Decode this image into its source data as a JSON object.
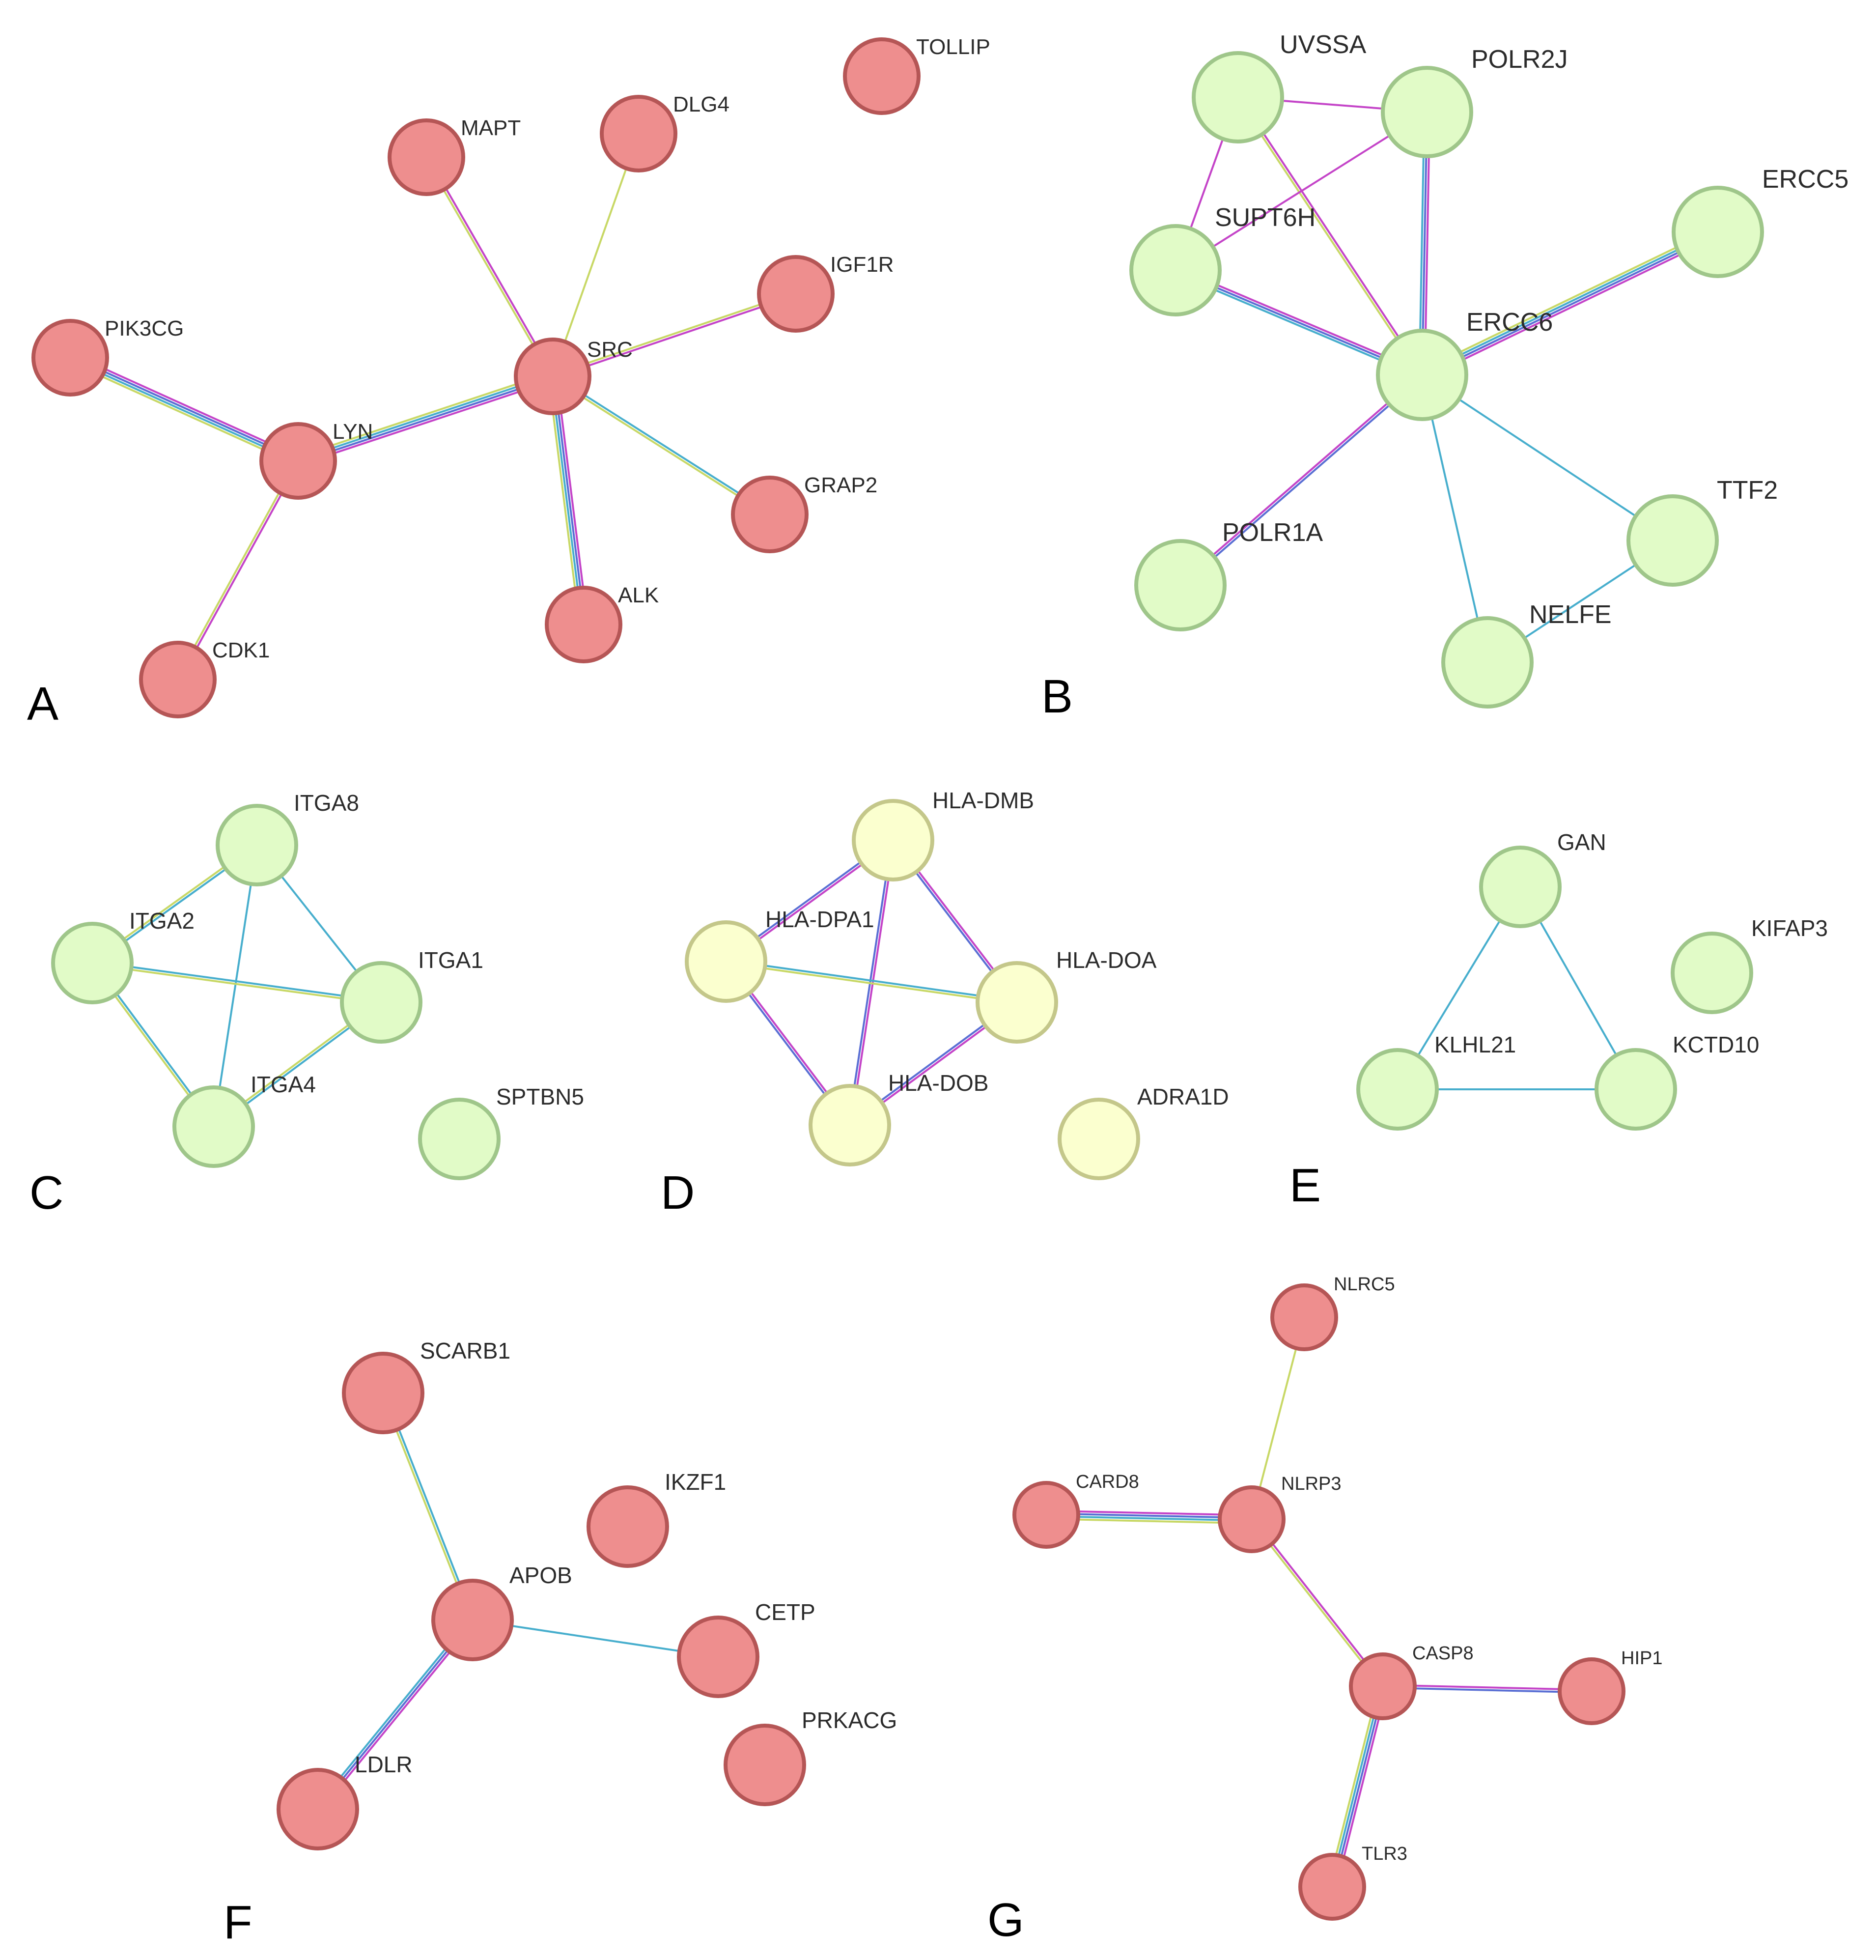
{
  "colors": {
    "node_red_fill": "#ee8e8e",
    "node_red_stroke": "#b55656",
    "node_green_fill": "#e1fbc7",
    "node_green_stroke": "#9fc68a",
    "node_yellow_fill": "#fbffcf",
    "node_yellow_stroke": "#c4c78a",
    "edge_purple": "#c444c8",
    "edge_yellow": "#c8d866",
    "edge_cyan": "#47aecd",
    "edge_blue": "#5a6fd4"
  },
  "panels": [
    {
      "letter": "A",
      "nodes": [
        {
          "id": "TOLLIP",
          "label": "TOLLIP",
          "color": "red"
        },
        {
          "id": "MAPT",
          "label": "MAPT",
          "color": "red"
        },
        {
          "id": "DLG4",
          "label": "DLG4",
          "color": "red"
        },
        {
          "id": "IGF1R",
          "label": "IGF1R",
          "color": "red"
        },
        {
          "id": "PIK3CG",
          "label": "PIK3CG",
          "color": "red"
        },
        {
          "id": "SRC",
          "label": "SRC",
          "color": "red"
        },
        {
          "id": "LYN",
          "label": "LYN",
          "color": "red"
        },
        {
          "id": "GRAP2",
          "label": "GRAP2",
          "color": "red"
        },
        {
          "id": "ALK",
          "label": "ALK",
          "color": "red"
        },
        {
          "id": "CDK1",
          "label": "CDK1",
          "color": "red"
        }
      ],
      "edges": [
        {
          "from": "MAPT",
          "to": "SRC",
          "colors": [
            "purple",
            "yellow"
          ]
        },
        {
          "from": "DLG4",
          "to": "SRC",
          "colors": [
            "yellow"
          ]
        },
        {
          "from": "IGF1R",
          "to": "SRC",
          "colors": [
            "purple",
            "yellow"
          ]
        },
        {
          "from": "SRC",
          "to": "LYN",
          "colors": [
            "purple",
            "blue",
            "cyan",
            "yellow"
          ]
        },
        {
          "from": "SRC",
          "to": "GRAP2",
          "colors": [
            "cyan",
            "yellow"
          ]
        },
        {
          "from": "SRC",
          "to": "ALK",
          "colors": [
            "purple",
            "blue",
            "cyan",
            "yellow"
          ]
        },
        {
          "from": "PIK3CG",
          "to": "LYN",
          "colors": [
            "purple",
            "blue",
            "cyan",
            "yellow"
          ]
        },
        {
          "from": "LYN",
          "to": "CDK1",
          "colors": [
            "purple",
            "yellow"
          ]
        }
      ]
    },
    {
      "letter": "B",
      "nodes": [
        {
          "id": "UVSSA",
          "label": "UVSSA",
          "color": "green"
        },
        {
          "id": "POLR2J",
          "label": "POLR2J",
          "color": "green"
        },
        {
          "id": "SUPT6H",
          "label": "SUPT6H",
          "color": "green"
        },
        {
          "id": "ERCC5",
          "label": "ERCC5",
          "color": "green"
        },
        {
          "id": "ERCC6",
          "label": "ERCC6",
          "color": "green"
        },
        {
          "id": "POLR1A",
          "label": "POLR1A",
          "color": "green"
        },
        {
          "id": "TTF2",
          "label": "TTF2",
          "color": "green"
        },
        {
          "id": "NELFE",
          "label": "NELFE",
          "color": "green"
        }
      ],
      "edges": [
        {
          "from": "UVSSA",
          "to": "POLR2J",
          "colors": [
            "purple"
          ]
        },
        {
          "from": "UVSSA",
          "to": "SUPT6H",
          "colors": [
            "purple"
          ]
        },
        {
          "from": "UVSSA",
          "to": "ERCC6",
          "colors": [
            "purple",
            "yellow"
          ]
        },
        {
          "from": "SUPT6H",
          "to": "POLR2J",
          "colors": [
            "purple"
          ]
        },
        {
          "from": "POLR2J",
          "to": "ERCC6",
          "colors": [
            "purple",
            "blue",
            "cyan"
          ]
        },
        {
          "from": "SUPT6H",
          "to": "ERCC6",
          "colors": [
            "purple",
            "blue",
            "cyan"
          ]
        },
        {
          "from": "ERCC5",
          "to": "ERCC6",
          "colors": [
            "purple",
            "blue",
            "cyan",
            "yellow"
          ]
        },
        {
          "from": "POLR1A",
          "to": "ERCC6",
          "colors": [
            "purple",
            "blue"
          ]
        },
        {
          "from": "ERCC6",
          "to": "TTF2",
          "colors": [
            "cyan"
          ]
        },
        {
          "from": "ERCC6",
          "to": "NELFE",
          "colors": [
            "cyan"
          ]
        },
        {
          "from": "TTF2",
          "to": "NELFE",
          "colors": [
            "cyan"
          ]
        }
      ]
    },
    {
      "letter": "C",
      "nodes": [
        {
          "id": "ITGA8",
          "label": "ITGA8",
          "color": "green"
        },
        {
          "id": "ITGA2",
          "label": "ITGA2",
          "color": "green"
        },
        {
          "id": "ITGA1",
          "label": "ITGA1",
          "color": "green"
        },
        {
          "id": "ITGA4",
          "label": "ITGA4",
          "color": "green"
        },
        {
          "id": "SPTBN5",
          "label": "SPTBN5",
          "color": "green"
        }
      ],
      "edges": [
        {
          "from": "ITGA8",
          "to": "ITGA2",
          "colors": [
            "cyan",
            "yellow"
          ]
        },
        {
          "from": "ITGA8",
          "to": "ITGA1",
          "colors": [
            "cyan"
          ]
        },
        {
          "from": "ITGA8",
          "to": "ITGA4",
          "colors": [
            "cyan"
          ]
        },
        {
          "from": "ITGA2",
          "to": "ITGA1",
          "colors": [
            "cyan",
            "yellow"
          ]
        },
        {
          "from": "ITGA2",
          "to": "ITGA4",
          "colors": [
            "cyan",
            "yellow"
          ]
        },
        {
          "from": "ITGA1",
          "to": "ITGA4",
          "colors": [
            "cyan",
            "yellow"
          ]
        }
      ]
    },
    {
      "letter": "D",
      "nodes": [
        {
          "id": "HLA-DMB",
          "label": "HLA-DMB",
          "color": "yellow"
        },
        {
          "id": "HLA-DPA1",
          "label": "HLA-DPA1",
          "color": "yellow"
        },
        {
          "id": "HLA-DOA",
          "label": "HLA-DOA",
          "color": "yellow"
        },
        {
          "id": "HLA-DOB",
          "label": "HLA-DOB",
          "color": "yellow"
        },
        {
          "id": "ADRA1D",
          "label": "ADRA1D",
          "color": "yellow"
        }
      ],
      "edges": [
        {
          "from": "HLA-DMB",
          "to": "HLA-DPA1",
          "colors": [
            "purple",
            "blue"
          ]
        },
        {
          "from": "HLA-DMB",
          "to": "HLA-DOA",
          "colors": [
            "purple",
            "blue"
          ]
        },
        {
          "from": "HLA-DMB",
          "to": "HLA-DOB",
          "colors": [
            "purple",
            "blue"
          ]
        },
        {
          "from": "HLA-DPA1",
          "to": "HLA-DOA",
          "colors": [
            "cyan",
            "yellow"
          ]
        },
        {
          "from": "HLA-DPA1",
          "to": "HLA-DOB",
          "colors": [
            "purple",
            "blue"
          ]
        },
        {
          "from": "HLA-DOA",
          "to": "HLA-DOB",
          "colors": [
            "purple",
            "blue"
          ]
        }
      ]
    },
    {
      "letter": "E",
      "nodes": [
        {
          "id": "GAN",
          "label": "GAN",
          "color": "green"
        },
        {
          "id": "KIFAP3",
          "label": "KIFAP3",
          "color": "green"
        },
        {
          "id": "KLHL21",
          "label": "KLHL21",
          "color": "green"
        },
        {
          "id": "KCTD10",
          "label": "KCTD10",
          "color": "green"
        }
      ],
      "edges": [
        {
          "from": "GAN",
          "to": "KLHL21",
          "colors": [
            "cyan"
          ]
        },
        {
          "from": "GAN",
          "to": "KCTD10",
          "colors": [
            "cyan"
          ]
        },
        {
          "from": "KLHL21",
          "to": "KCTD10",
          "colors": [
            "cyan"
          ]
        }
      ]
    },
    {
      "letter": "F",
      "nodes": [
        {
          "id": "SCARB1",
          "label": "SCARB1",
          "color": "red"
        },
        {
          "id": "IKZF1",
          "label": "IKZF1",
          "color": "red"
        },
        {
          "id": "APOB",
          "label": "APOB",
          "color": "red"
        },
        {
          "id": "CETP",
          "label": "CETP",
          "color": "red"
        },
        {
          "id": "PRKACG",
          "label": "PRKACG",
          "color": "red"
        },
        {
          "id": "LDLR",
          "label": "LDLR",
          "color": "red"
        }
      ],
      "edges": [
        {
          "from": "SCARB1",
          "to": "APOB",
          "colors": [
            "cyan",
            "yellow"
          ]
        },
        {
          "from": "APOB",
          "to": "CETP",
          "colors": [
            "cyan"
          ]
        },
        {
          "from": "APOB",
          "to": "LDLR",
          "colors": [
            "purple",
            "blue",
            "cyan"
          ]
        }
      ]
    },
    {
      "letter": "G",
      "nodes": [
        {
          "id": "NLRC5",
          "label": "NLRC5",
          "color": "red"
        },
        {
          "id": "CARD8",
          "label": "CARD8",
          "color": "red"
        },
        {
          "id": "NLRP3",
          "label": "NLRP3",
          "color": "red"
        },
        {
          "id": "CASP8",
          "label": "CASP8",
          "color": "red"
        },
        {
          "id": "HIP1",
          "label": "HIP1",
          "color": "red"
        },
        {
          "id": "TLR3",
          "label": "TLR3",
          "color": "red"
        }
      ],
      "edges": [
        {
          "from": "NLRC5",
          "to": "NLRP3",
          "colors": [
            "yellow"
          ]
        },
        {
          "from": "CARD8",
          "to": "NLRP3",
          "colors": [
            "purple",
            "blue",
            "cyan",
            "yellow"
          ]
        },
        {
          "from": "NLRP3",
          "to": "CASP8",
          "colors": [
            "purple",
            "yellow"
          ]
        },
        {
          "from": "CASP8",
          "to": "HIP1",
          "colors": [
            "purple",
            "blue"
          ]
        },
        {
          "from": "CASP8",
          "to": "TLR3",
          "colors": [
            "purple",
            "blue",
            "cyan",
            "yellow"
          ]
        }
      ]
    }
  ]
}
